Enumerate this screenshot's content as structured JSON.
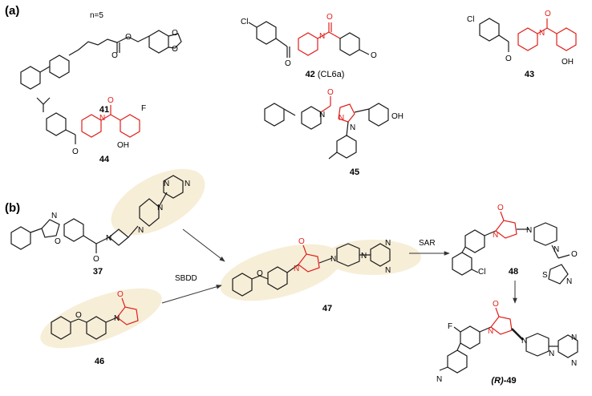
{
  "colors": {
    "bond": "#1a1a1a",
    "highlight_bond": "#e0201b",
    "halo": "#f7eed8",
    "arrow": "#333333"
  },
  "panel_a": {
    "label": "(a)",
    "substituent_n": "n=5",
    "compounds": [
      {
        "id": "41",
        "atoms": [
          "O",
          "O",
          "O",
          "O"
        ]
      },
      {
        "id": "42",
        "sub": "(CL6a)",
        "atoms": [
          "Cl",
          "N",
          "O",
          "O",
          "O"
        ]
      },
      {
        "id": "43",
        "atoms": [
          "Cl",
          "N",
          "O",
          "O",
          "OH"
        ]
      },
      {
        "id": "44",
        "atoms": [
          "N",
          "O",
          "O",
          "F",
          "OH"
        ]
      },
      {
        "id": "45",
        "atoms": [
          "N",
          "O",
          "N",
          "N",
          "OH"
        ]
      }
    ]
  },
  "panel_b": {
    "label": "(b)",
    "arrow_labels": {
      "sbdd": "SBDD",
      "sar": "SAR"
    },
    "compounds": [
      {
        "id": "37",
        "atoms": [
          "N",
          "O",
          "N",
          "N",
          "N",
          "N",
          "N",
          "O"
        ]
      },
      {
        "id": "46",
        "atoms": [
          "O",
          "N",
          "O"
        ]
      },
      {
        "id": "47",
        "atoms": [
          "O",
          "N",
          "O",
          "N",
          "N",
          "N",
          "N"
        ]
      },
      {
        "id": "48",
        "atoms": [
          "N",
          "O",
          "Cl",
          "N",
          "N",
          "O",
          "S",
          "N"
        ]
      },
      {
        "id": "49",
        "prefix": "(R)",
        "suffix": "-49",
        "atoms": [
          "F",
          "N",
          "O",
          "N",
          "N",
          "N",
          "N",
          "N"
        ]
      }
    ]
  }
}
